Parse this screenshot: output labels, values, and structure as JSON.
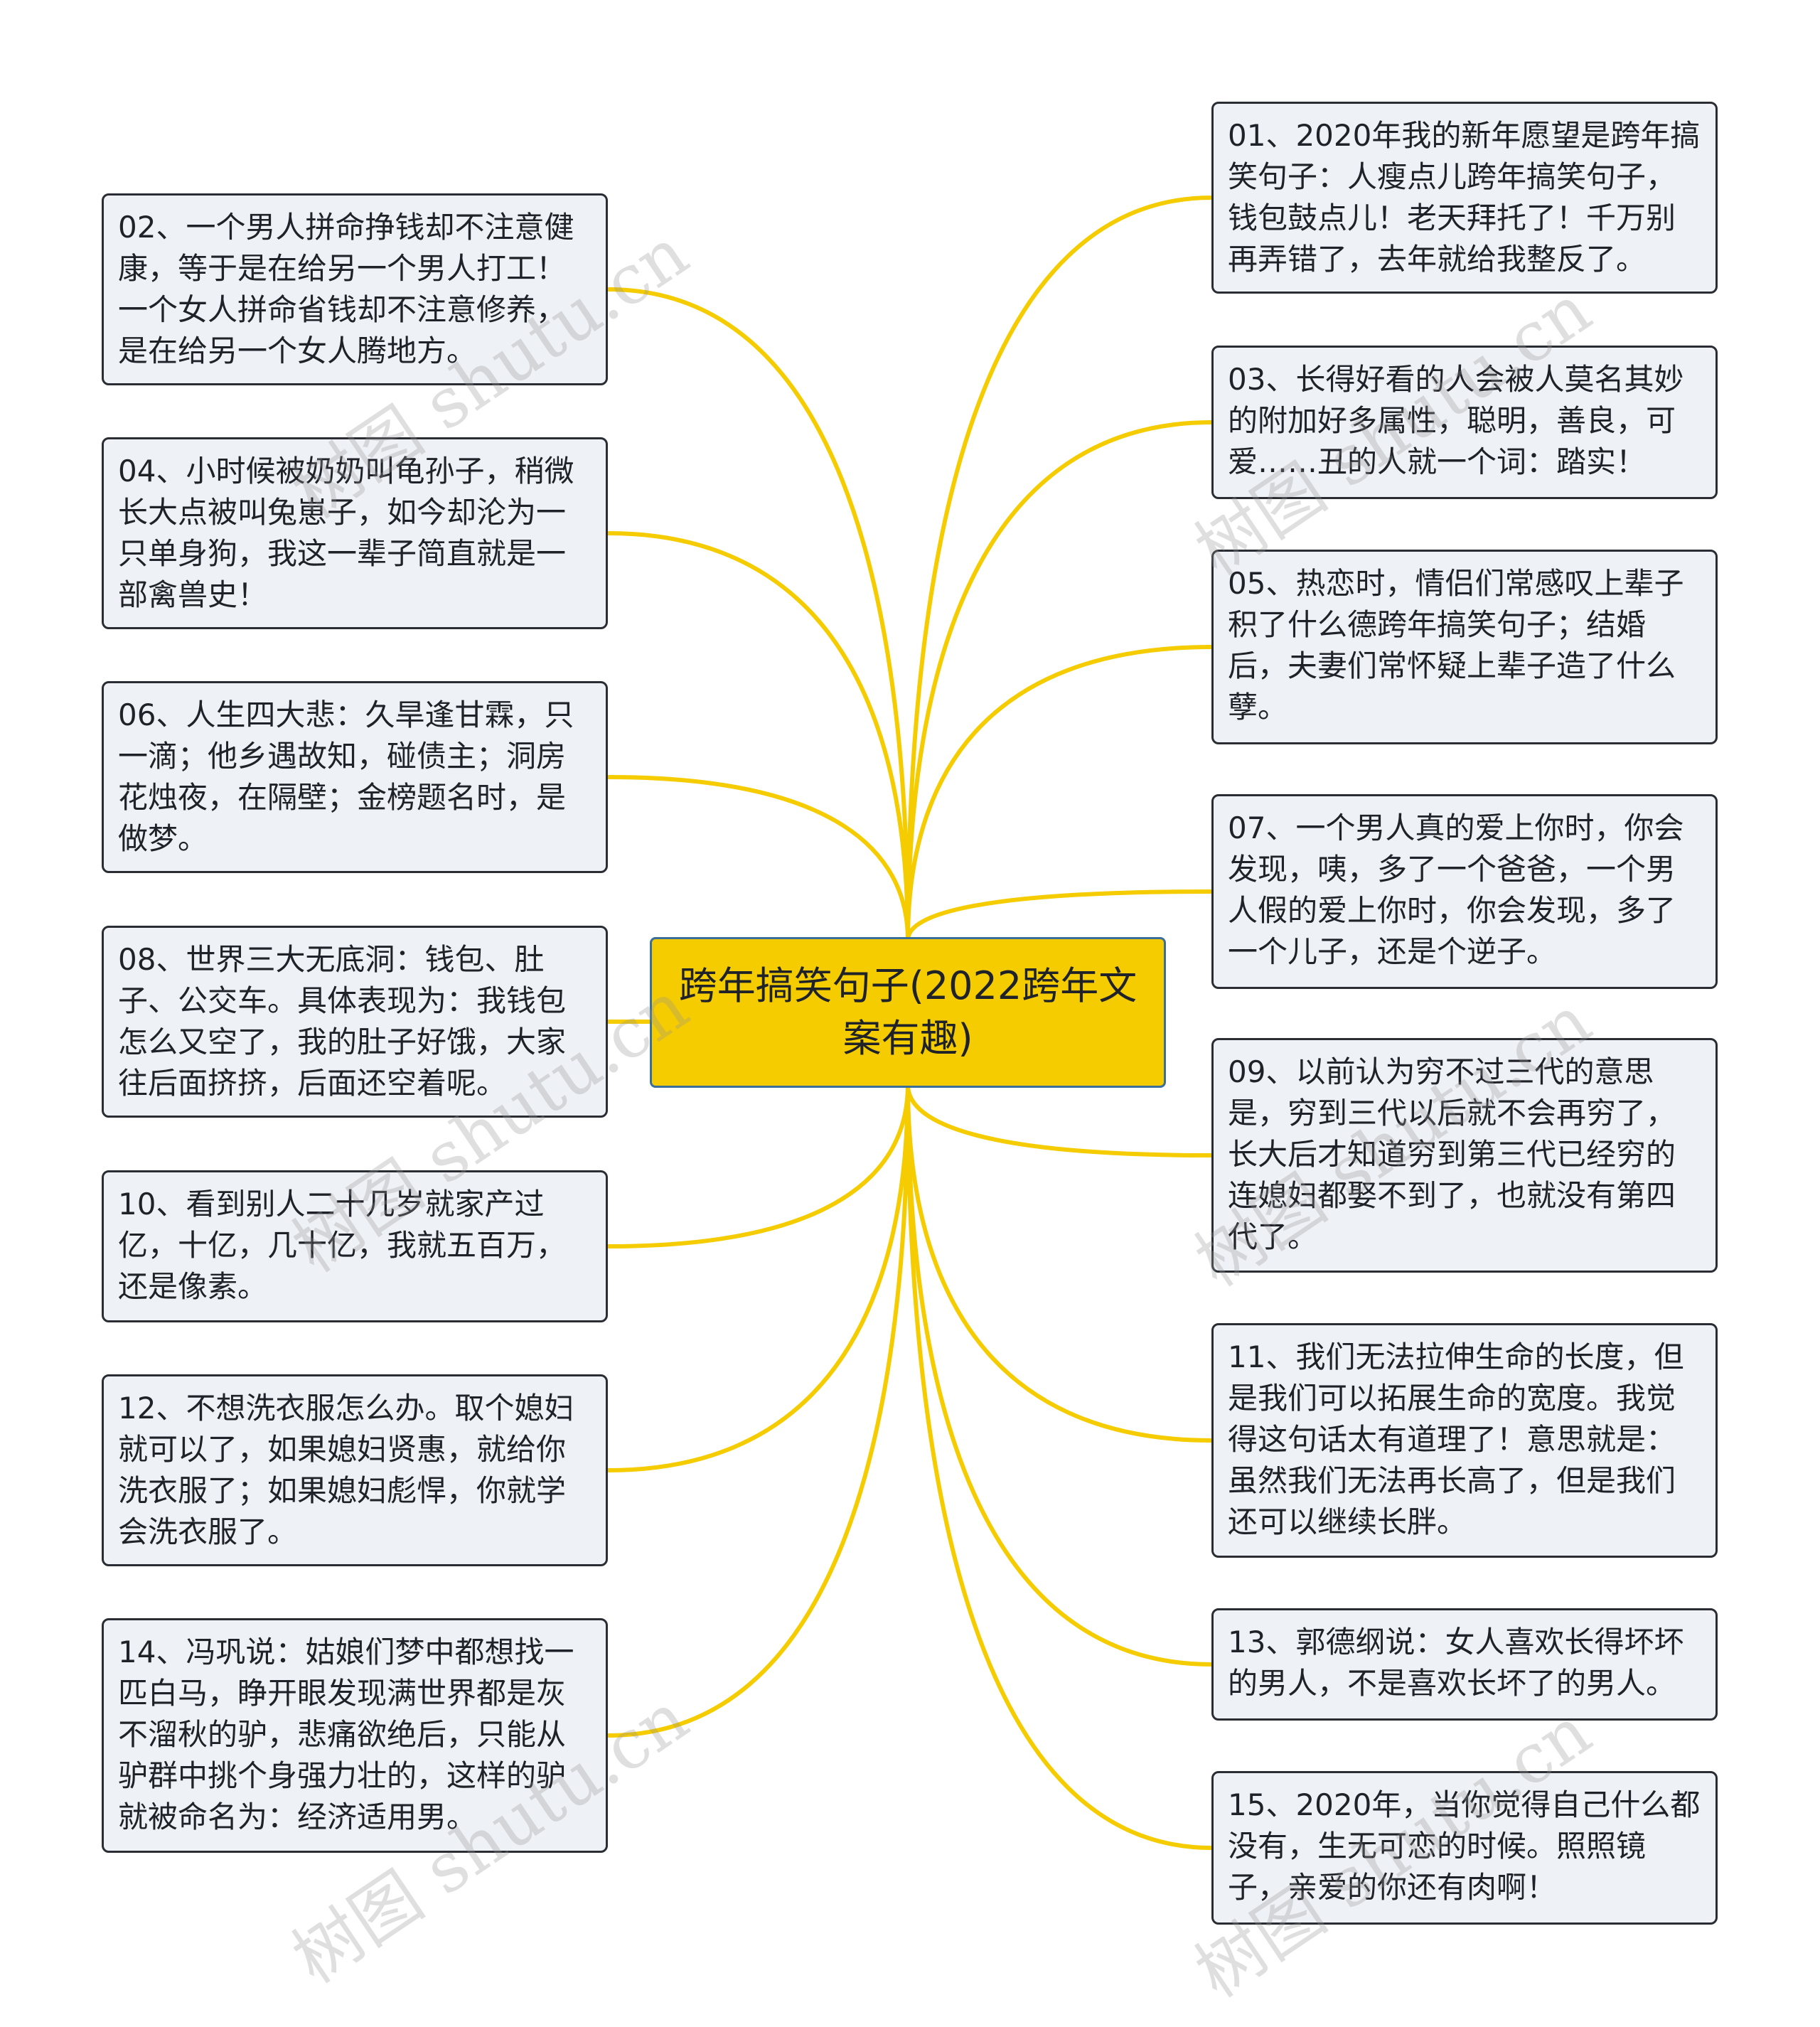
{
  "center": {
    "title": "跨年搞笑句子(2022跨年文案有趣)"
  },
  "theme": {
    "connector_color": "#f5cc00",
    "center_fill": "#f5cc00",
    "center_border": "#3b6e98",
    "node_fill": "#eef1f5",
    "node_border": "#2a2d33"
  },
  "nodes": {
    "n01": "01、2020年我的新年愿望是跨年搞笑句子：人瘦点儿跨年搞笑句子，钱包鼓点儿！老天拜托了！千万别再弄错了，去年就给我整反了。",
    "n02": "02、一个男人拼命挣钱却不注意健康，等于是在给另一个男人打工！一个女人拼命省钱却不注意修养，是在给另一个女人腾地方。",
    "n03": "03、长得好看的人会被人莫名其妙的附加好多属性，聪明，善良，可爱……丑的人就一个词：踏实！",
    "n04": "04、小时候被奶奶叫龟孙子，稍微长大点被叫兔崽子，如今却沦为一只单身狗，我这一辈子简直就是一部禽兽史！",
    "n05": "05、热恋时，情侣们常感叹上辈子积了什么德跨年搞笑句子；结婚后，夫妻们常怀疑上辈子造了什么孽。",
    "n06": "06、人生四大悲：久旱逢甘霖，只一滴；他乡遇故知，碰债主；洞房花烛夜，在隔壁；金榜题名时，是做梦。",
    "n07": "07、一个男人真的爱上你时，你会发现，咦，多了一个爸爸，一个男人假的爱上你时，你会发现，多了一个儿子，还是个逆子。",
    "n08": "08、世界三大无底洞：钱包、肚子、公交车。具体表现为：我钱包怎么又空了，我的肚子好饿，大家往后面挤挤，后面还空着呢。",
    "n09": "09、以前认为穷不过三代的意思是，穷到三代以后就不会再穷了，长大后才知道穷到第三代已经穷的连媳妇都娶不到了，也就没有第四代了。",
    "n10": "10、看到别人二十几岁就家产过亿，十亿，几十亿，我就五百万，还是像素。",
    "n11": "11、我们无法拉伸生命的长度，但是我们可以拓展生命的宽度。我觉得这句话太有道理了！意思就是：虽然我们无法再长高了，但是我们还可以继续长胖。",
    "n12": "12、不想洗衣服怎么办。取个媳妇就可以了，如果媳妇贤惠，就给你洗衣服了；如果媳妇彪悍，你就学会洗衣服了。",
    "n13": "13、郭德纲说：女人喜欢长得坏坏的男人，不是喜欢长坏了的男人。",
    "n14": "14、冯巩说：姑娘们梦中都想找一匹白马，睁开眼发现满世界都是灰不溜秋的驴，悲痛欲绝后，只能从驴群中挑个身强力壮的，这样的驴就被命名为：经济适用男。",
    "n15": "15、2020年，当你觉得自己什么都没有，生无可恋的时候。照照镜子，亲爱的你还有肉啊！"
  },
  "watermark": {
    "text": "树图 shutu.cn"
  }
}
